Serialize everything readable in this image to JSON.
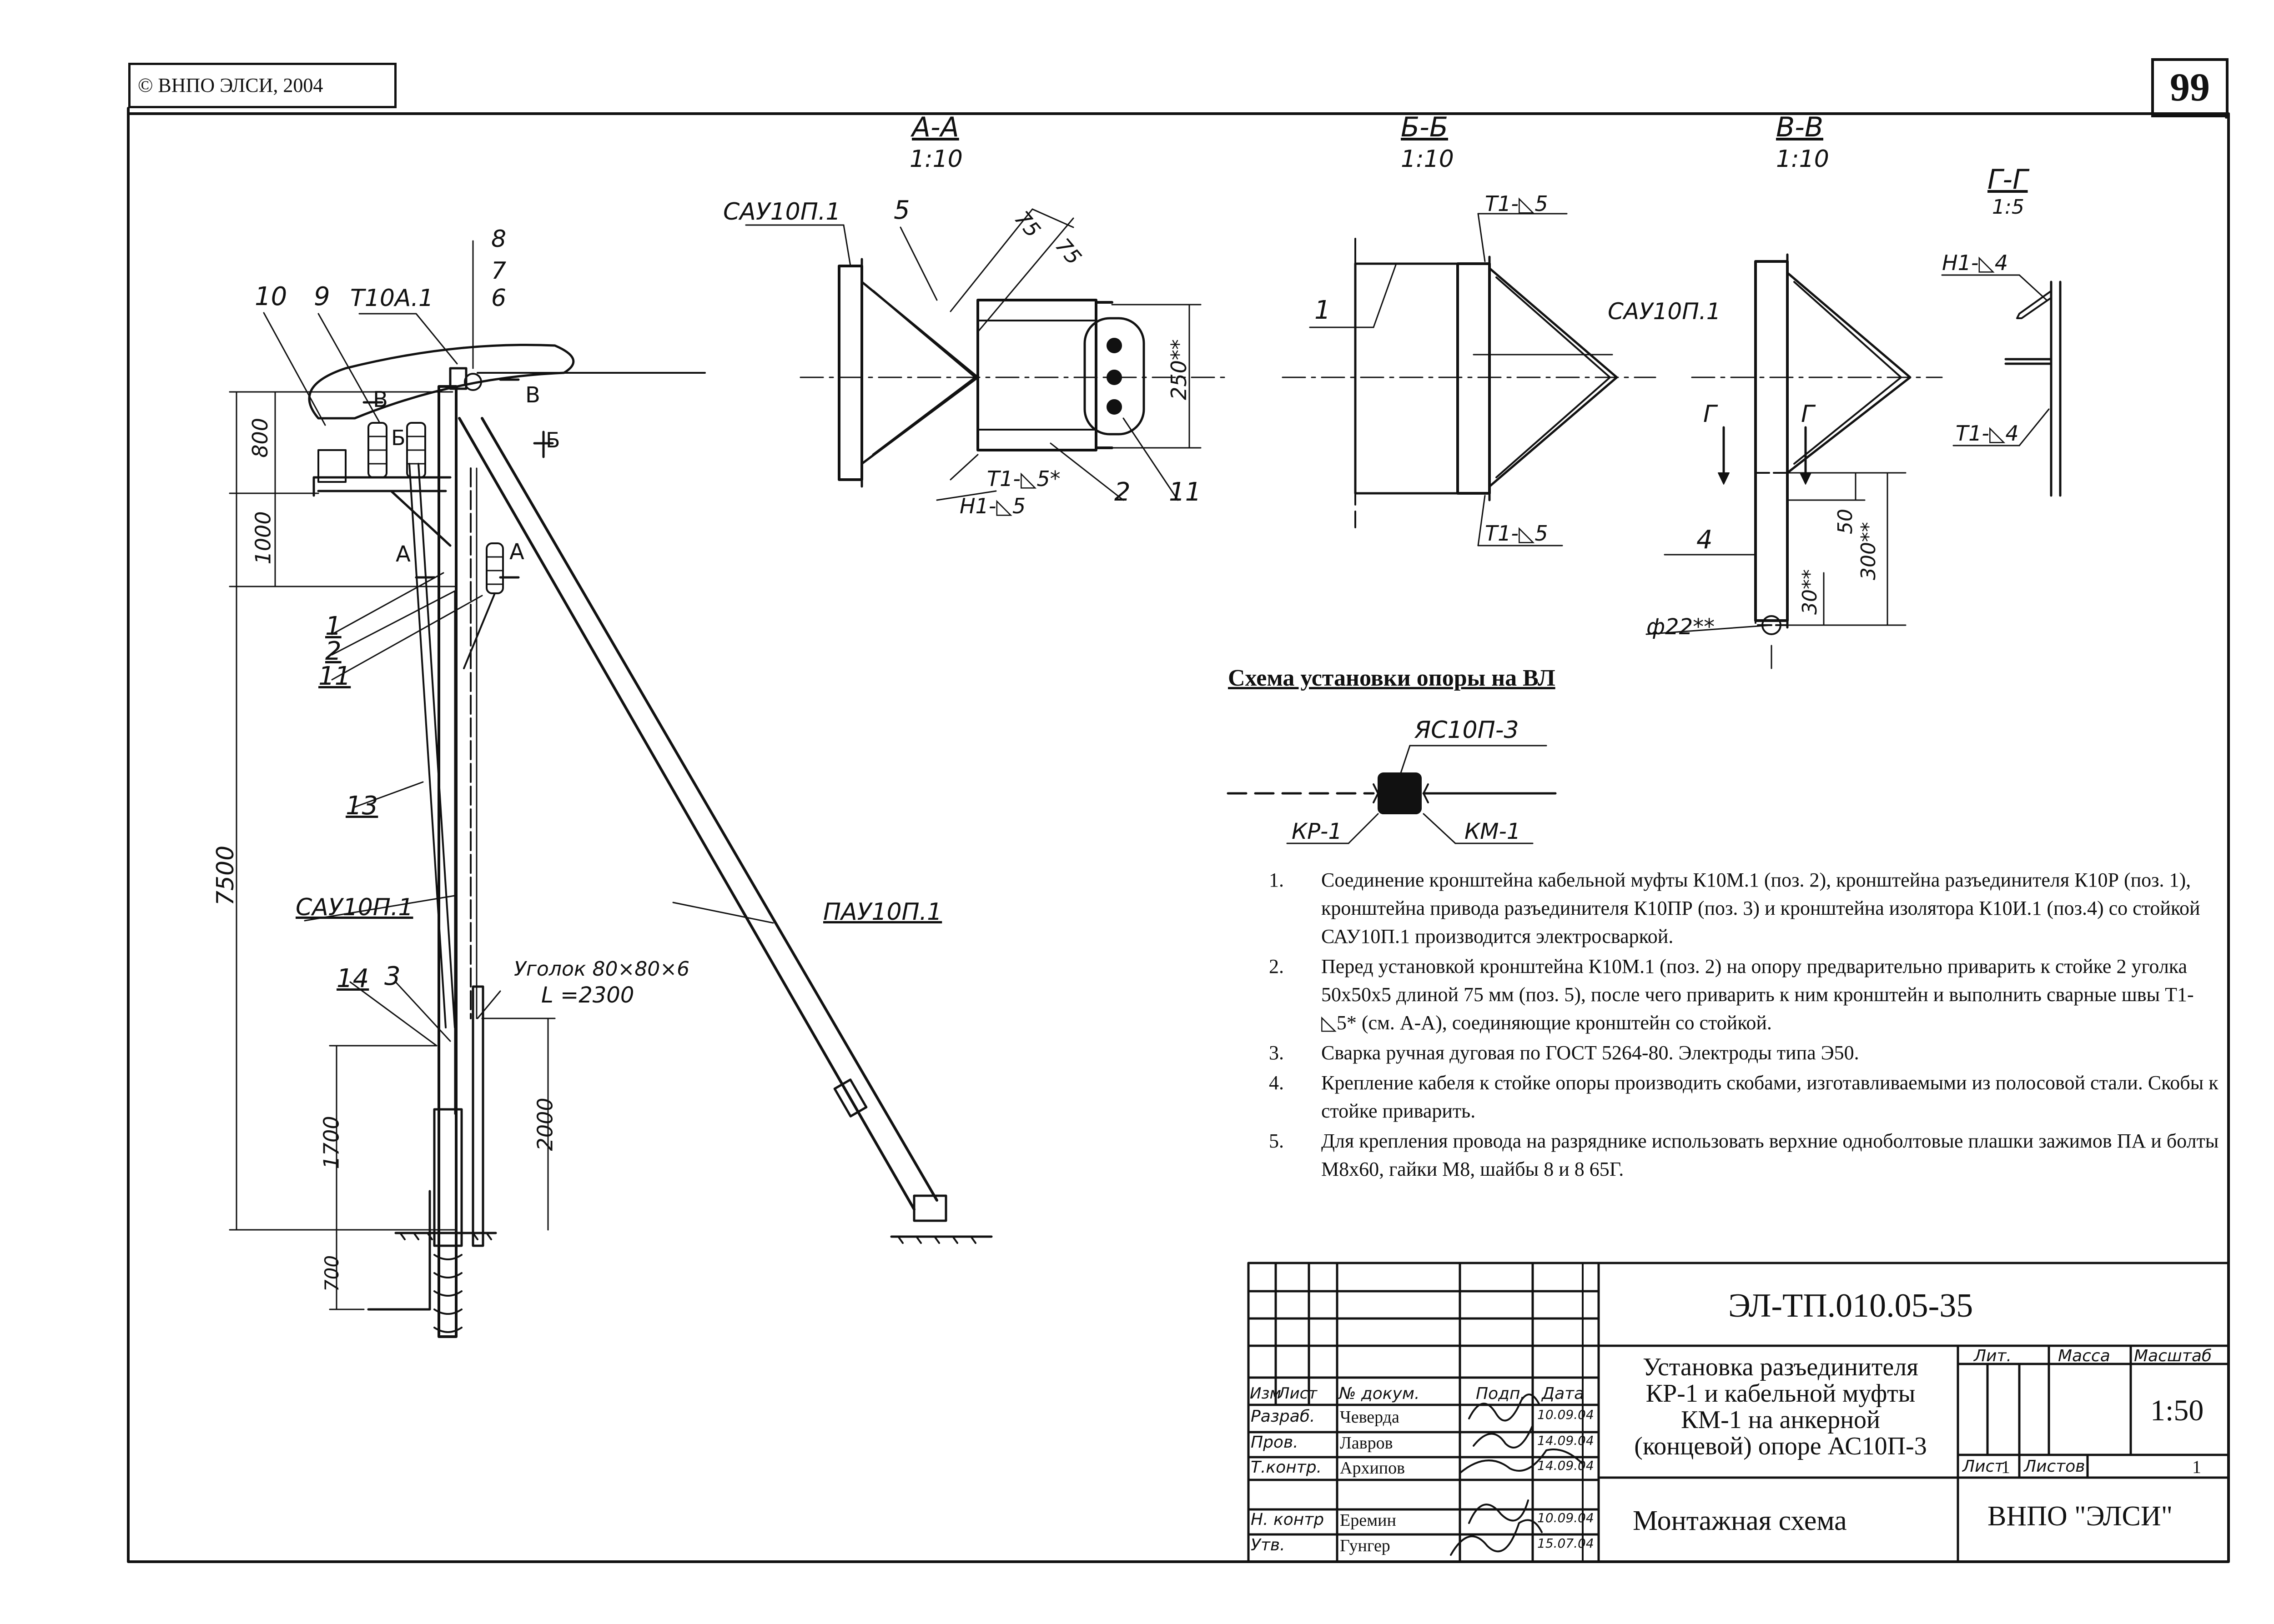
{
  "copyright": "© ВНПО ЭЛСИ, 2004",
  "page_number": "99",
  "main_view": {
    "labels": {
      "pos10": "10",
      "pos9": "9",
      "t10a1": "Т10А.1",
      "pos8": "8",
      "pos7": "7",
      "pos6": "6",
      "pos1": "1",
      "pos2": "2",
      "pos11": "11",
      "pos13": "13",
      "pos14": "14",
      "pos3": "3",
      "sau": "САУ10П.1",
      "pau": "ПАУ10П.1",
      "angle": "Уголок 80×80×6",
      "length": "L =2300",
      "cut_b1": "Б",
      "cut_b2": "Б",
      "cut_v1": "В",
      "cut_v2": "В",
      "cut_a1": "А",
      "cut_a2": "А"
    },
    "dimensions": {
      "d800": "800",
      "d1000": "1000",
      "d7500": "7500",
      "d1700": "1700",
      "d2000": "2000",
      "d700": "700"
    }
  },
  "section_aa": {
    "title": "А-А",
    "scale": "1:10",
    "labels": {
      "sau": "САУ10П.1",
      "pos5": "5",
      "pos2": "2",
      "pos11": "11",
      "weld1": "Т1-◺5*",
      "weld2": "Н1-◺5",
      "d75a": "75",
      "d75b": "75",
      "d250": "250**"
    }
  },
  "section_bb": {
    "title": "Б-Б",
    "scale": "1:10",
    "labels": {
      "weld_top": "Т1-◺5",
      "pos1": "1",
      "sau": "САУ10П.1",
      "weld_bottom": "Т1-◺5"
    }
  },
  "section_vv": {
    "title": "В-В",
    "scale": "1:10",
    "labels": {
      "g1": "Г",
      "g2": "Г",
      "pos4": "4",
      "d50": "50",
      "d300": "300**",
      "d30": "30**",
      "hole": "ф22**"
    }
  },
  "section_gg": {
    "title": "Г-Г",
    "scale": "1:5",
    "labels": {
      "weld_top": "Н1-◺4",
      "weld_bottom": "Т1-◺4"
    }
  },
  "scheme": {
    "title": "Схема установки опоры на ВЛ",
    "support": "ЯС10П-3",
    "left": "КР-1",
    "right": "КМ-1"
  },
  "notes": [
    {
      "num": "1.",
      "text": "Соединение кронштейна  кабельной муфты К10М.1 (поз. 2),  кронштейна разъединителя К10Р (поз. 1),  кронштейна привода разъединителя К10ПР (поз. 3) и кронштейна изолятора К10И.1 (поз.4) со стойкой САУ10П.1 производится электросваркой."
    },
    {
      "num": "2.",
      "text": "Перед установкой кронштейна К10М.1 (поз. 2) на опору предварительно приварить к стойке 2 уголка 50х50х5 длиной 75 мм (поз. 5), после чего приварить к ним кронштейн и выполнить сварные швы Т1-◺5* (см. А-А), соединяющие кронштейн со стойкой."
    },
    {
      "num": "3.",
      "text": "Сварка ручная дуговая по ГОСТ 5264-80. Электроды типа Э50."
    },
    {
      "num": "4.",
      "text": "Крепление кабеля к стойке опоры производить скобами, изготавливаемыми из полосовой стали. Скобы к стойке приварить."
    },
    {
      "num": "5.",
      "text": "Для крепления провода на разряднике использовать верхние одноболтовые плашки зажимов ПА и болты М8х60, гайки М8, шайбы 8 и 8 65Г."
    }
  ],
  "title_block": {
    "doc_code": "ЭЛ-ТП.010.05-35",
    "title": [
      "Установка разъединителя",
      "КР-1 и кабельной муфты",
      "КМ-1 на анкерной",
      "(концевой) опоре АС10П-3"
    ],
    "subtitle": "Монтажная схема",
    "org": "ВНПО \"ЭЛСИ\"",
    "headers": {
      "izm": "Изм",
      "list": "Лист",
      "ndoc": "№ докум.",
      "podp": "Подп.",
      "data": "Дата"
    },
    "roles": [
      {
        "role": "Разраб.",
        "name": "Чеверда",
        "date": "10.09.04"
      },
      {
        "role": "Пров.",
        "name": "Лавров",
        "date": "14.09.04"
      },
      {
        "role": "Т.контр.",
        "name": "Архипов",
        "date": "14.09.04"
      },
      {
        "role": "Н. контр",
        "name": "Еремин",
        "date": "10.09.04"
      },
      {
        "role": "Утв.",
        "name": "Гунгер",
        "date": "15.07.04"
      }
    ],
    "lit_label": "Лит.",
    "mass_label": "Масса",
    "scale_label": "Масштаб",
    "scale": "1:50",
    "sheet_label": "Лист",
    "sheet": "1",
    "sheets_label": "Листов",
    "sheets": "1"
  }
}
